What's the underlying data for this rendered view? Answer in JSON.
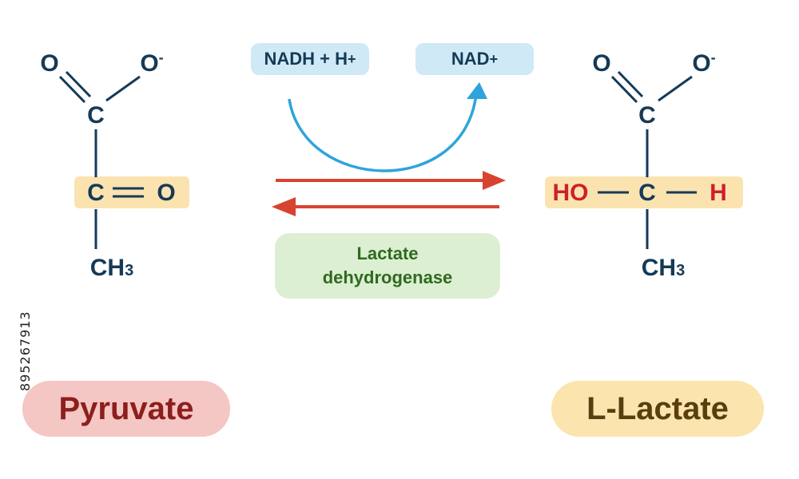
{
  "pyruvate": {
    "o_double": "O",
    "o_minus": "O",
    "charge": "-",
    "carbon_top": "C",
    "carbon_mid": "C",
    "o_keto": "O",
    "methyl": "CH",
    "methyl_sub": "3",
    "name": "Pyruvate"
  },
  "lactate": {
    "o_double": "O",
    "o_minus": "O",
    "charge": "-",
    "carbon_top": "C",
    "ho": "HO",
    "carbon_mid": "C",
    "h": "H",
    "methyl": "CH",
    "methyl_sub": "3",
    "name": "L-Lactate"
  },
  "cofactors": {
    "nadh": "NADH + H",
    "nadh_sup": "+",
    "nad": "NAD",
    "nad_sup": "+"
  },
  "enzyme": {
    "line1": "Lactate",
    "line2": "dehydrogenase"
  },
  "stock_id": "895267913",
  "colors": {
    "atom": "#153a57",
    "hydroxyl": "#cf1f2a",
    "highlight": "#fbe3b0",
    "cofactor_box": "#cfe9f6",
    "curved_arrow": "#2ea4db",
    "reaction_arrow": "#d8432f",
    "enzyme_box": "#dcefd2",
    "enzyme_text": "#2f6a1f",
    "pyruvate_box": "#f4c6c4",
    "pyruvate_text": "#8c1f1c",
    "lactate_box": "#fbe4ad",
    "lactate_text": "#5a3e10"
  }
}
